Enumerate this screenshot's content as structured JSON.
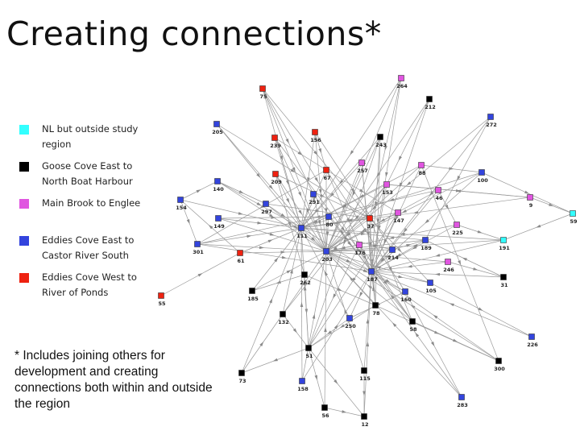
{
  "slide": {
    "title": "Creating connections*",
    "footnote": "* Includes joining others for development and creating connections both within and outside the region"
  },
  "legend": [
    {
      "color": "#33ffff",
      "label": "NL but outside study region"
    },
    {
      "color": "#000000",
      "label": "Goose Cove East to North Boat Harbour"
    },
    {
      "color": "#e055e0",
      "label": "Main Brook to Englee"
    },
    {
      "color": "#3344dd",
      "label": "Eddies Cove East to Castor River South"
    },
    {
      "color": "#ee2211",
      "label": "Eddies Cove West to River of Ponds"
    }
  ],
  "network": {
    "nodes": [
      {
        "id": "75",
        "group": "red"
      },
      {
        "id": "239",
        "group": "red"
      },
      {
        "id": "156",
        "group": "red"
      },
      {
        "id": "209",
        "group": "red"
      },
      {
        "id": "67",
        "group": "red"
      },
      {
        "id": "37",
        "group": "red"
      },
      {
        "id": "61",
        "group": "red"
      },
      {
        "id": "55",
        "group": "red"
      },
      {
        "id": "264",
        "group": "magenta"
      },
      {
        "id": "257",
        "group": "magenta"
      },
      {
        "id": "88",
        "group": "magenta"
      },
      {
        "id": "153",
        "group": "magenta"
      },
      {
        "id": "46",
        "group": "magenta"
      },
      {
        "id": "147",
        "group": "magenta"
      },
      {
        "id": "225",
        "group": "magenta"
      },
      {
        "id": "176",
        "group": "magenta"
      },
      {
        "id": "246",
        "group": "magenta"
      },
      {
        "id": "9",
        "group": "magenta"
      },
      {
        "id": "212",
        "group": "black"
      },
      {
        "id": "243",
        "group": "black"
      },
      {
        "id": "262",
        "group": "black"
      },
      {
        "id": "185",
        "group": "black"
      },
      {
        "id": "132",
        "group": "black"
      },
      {
        "id": "78",
        "group": "black"
      },
      {
        "id": "58",
        "group": "black"
      },
      {
        "id": "51",
        "group": "black"
      },
      {
        "id": "73",
        "group": "black"
      },
      {
        "id": "115",
        "group": "black"
      },
      {
        "id": "56",
        "group": "black"
      },
      {
        "id": "12",
        "group": "black"
      },
      {
        "id": "300",
        "group": "black"
      },
      {
        "id": "31",
        "group": "black"
      },
      {
        "id": "205",
        "group": "blue"
      },
      {
        "id": "272",
        "group": "blue"
      },
      {
        "id": "100",
        "group": "blue"
      },
      {
        "id": "140",
        "group": "blue"
      },
      {
        "id": "154",
        "group": "blue"
      },
      {
        "id": "297",
        "group": "blue"
      },
      {
        "id": "291",
        "group": "blue"
      },
      {
        "id": "149",
        "group": "blue"
      },
      {
        "id": "80",
        "group": "blue"
      },
      {
        "id": "111",
        "group": "blue"
      },
      {
        "id": "301",
        "group": "blue"
      },
      {
        "id": "203",
        "group": "blue"
      },
      {
        "id": "214",
        "group": "blue"
      },
      {
        "id": "189",
        "group": "blue"
      },
      {
        "id": "187",
        "group": "blue"
      },
      {
        "id": "160",
        "group": "blue"
      },
      {
        "id": "105",
        "group": "blue"
      },
      {
        "id": "250",
        "group": "blue"
      },
      {
        "id": "226",
        "group": "blue"
      },
      {
        "id": "158",
        "group": "blue"
      },
      {
        "id": "283",
        "group": "blue"
      },
      {
        "id": "59",
        "group": "cyan"
      },
      {
        "id": "191",
        "group": "cyan"
      }
    ],
    "edges": [
      [
        "75",
        "111"
      ],
      [
        "75",
        "203"
      ],
      [
        "75",
        "187"
      ],
      [
        "75",
        "37"
      ],
      [
        "75",
        "291"
      ],
      [
        "239",
        "111"
      ],
      [
        "239",
        "67"
      ],
      [
        "239",
        "203"
      ],
      [
        "239",
        "58"
      ],
      [
        "156",
        "203"
      ],
      [
        "156",
        "67"
      ],
      [
        "156",
        "111"
      ],
      [
        "156",
        "214"
      ],
      [
        "209",
        "111"
      ],
      [
        "209",
        "203"
      ],
      [
        "209",
        "37"
      ],
      [
        "209",
        "262"
      ],
      [
        "67",
        "203"
      ],
      [
        "67",
        "187"
      ],
      [
        "67",
        "111"
      ],
      [
        "67",
        "160"
      ],
      [
        "67",
        "147"
      ],
      [
        "67",
        "301"
      ],
      [
        "37",
        "203"
      ],
      [
        "37",
        "187"
      ],
      [
        "37",
        "58"
      ],
      [
        "37",
        "111"
      ],
      [
        "37",
        "78"
      ],
      [
        "37",
        "105"
      ],
      [
        "61",
        "203"
      ],
      [
        "61",
        "154"
      ],
      [
        "61",
        "111"
      ],
      [
        "55",
        "61"
      ],
      [
        "264",
        "111"
      ],
      [
        "264",
        "203"
      ],
      [
        "264",
        "37"
      ],
      [
        "264",
        "187"
      ],
      [
        "257",
        "111"
      ],
      [
        "257",
        "203"
      ],
      [
        "257",
        "187"
      ],
      [
        "257",
        "78"
      ],
      [
        "88",
        "203"
      ],
      [
        "88",
        "187"
      ],
      [
        "88",
        "111"
      ],
      [
        "88",
        "300"
      ],
      [
        "88",
        "100"
      ],
      [
        "153",
        "111"
      ],
      [
        "153",
        "203"
      ],
      [
        "153",
        "187"
      ],
      [
        "153",
        "9"
      ],
      [
        "153",
        "132"
      ],
      [
        "46",
        "187"
      ],
      [
        "46",
        "203"
      ],
      [
        "46",
        "225"
      ],
      [
        "46",
        "301"
      ],
      [
        "147",
        "203"
      ],
      [
        "147",
        "111"
      ],
      [
        "147",
        "187"
      ],
      [
        "147",
        "51"
      ],
      [
        "225",
        "203"
      ],
      [
        "225",
        "187"
      ],
      [
        "225",
        "191"
      ],
      [
        "176",
        "203"
      ],
      [
        "176",
        "187"
      ],
      [
        "176",
        "58"
      ],
      [
        "176",
        "51"
      ],
      [
        "246",
        "187"
      ],
      [
        "246",
        "203"
      ],
      [
        "246",
        "31"
      ],
      [
        "9",
        "59"
      ],
      [
        "9",
        "153"
      ],
      [
        "9",
        "111"
      ],
      [
        "212",
        "187"
      ],
      [
        "212",
        "203"
      ],
      [
        "212",
        "37"
      ],
      [
        "243",
        "111"
      ],
      [
        "243",
        "203"
      ],
      [
        "243",
        "187"
      ],
      [
        "243",
        "78"
      ],
      [
        "243",
        "51"
      ],
      [
        "262",
        "51"
      ],
      [
        "262",
        "185"
      ],
      [
        "262",
        "78"
      ],
      [
        "185",
        "111"
      ],
      [
        "185",
        "203"
      ],
      [
        "132",
        "203"
      ],
      [
        "132",
        "51"
      ],
      [
        "132",
        "111"
      ],
      [
        "78",
        "203"
      ],
      [
        "78",
        "51"
      ],
      [
        "78",
        "187"
      ],
      [
        "78",
        "300"
      ],
      [
        "58",
        "203"
      ],
      [
        "58",
        "187"
      ],
      [
        "58",
        "300"
      ],
      [
        "51",
        "111"
      ],
      [
        "51",
        "12"
      ],
      [
        "51",
        "73"
      ],
      [
        "51",
        "56"
      ],
      [
        "73",
        "132"
      ],
      [
        "73",
        "111"
      ],
      [
        "115",
        "187"
      ],
      [
        "115",
        "203"
      ],
      [
        "115",
        "12"
      ],
      [
        "56",
        "12"
      ],
      [
        "56",
        "203"
      ],
      [
        "12",
        "187"
      ],
      [
        "300",
        "187"
      ],
      [
        "300",
        "203"
      ],
      [
        "31",
        "187"
      ],
      [
        "31",
        "189"
      ],
      [
        "205",
        "111"
      ],
      [
        "205",
        "203"
      ],
      [
        "205",
        "37"
      ],
      [
        "272",
        "203"
      ],
      [
        "272",
        "187"
      ],
      [
        "272",
        "189"
      ],
      [
        "100",
        "203"
      ],
      [
        "100",
        "187"
      ],
      [
        "100",
        "111"
      ],
      [
        "100",
        "59"
      ],
      [
        "140",
        "111"
      ],
      [
        "140",
        "203"
      ],
      [
        "140",
        "297"
      ],
      [
        "154",
        "111"
      ],
      [
        "154",
        "140"
      ],
      [
        "154",
        "301"
      ],
      [
        "297",
        "203"
      ],
      [
        "297",
        "37"
      ],
      [
        "297",
        "111"
      ],
      [
        "291",
        "203"
      ],
      [
        "291",
        "187"
      ],
      [
        "291",
        "111"
      ],
      [
        "149",
        "111"
      ],
      [
        "149",
        "203"
      ],
      [
        "149",
        "80"
      ],
      [
        "80",
        "203"
      ],
      [
        "80",
        "187"
      ],
      [
        "80",
        "111"
      ],
      [
        "111",
        "203"
      ],
      [
        "111",
        "187"
      ],
      [
        "111",
        "214"
      ],
      [
        "111",
        "189"
      ],
      [
        "301",
        "203"
      ],
      [
        "301",
        "111"
      ],
      [
        "301",
        "187"
      ],
      [
        "203",
        "187"
      ],
      [
        "203",
        "214"
      ],
      [
        "203",
        "189"
      ],
      [
        "203",
        "160"
      ],
      [
        "214",
        "187"
      ],
      [
        "214",
        "189"
      ],
      [
        "189",
        "187"
      ],
      [
        "187",
        "105"
      ],
      [
        "187",
        "160"
      ],
      [
        "187",
        "250"
      ],
      [
        "160",
        "250"
      ],
      [
        "160",
        "283"
      ],
      [
        "105",
        "226"
      ],
      [
        "105",
        "203"
      ],
      [
        "250",
        "111"
      ],
      [
        "250",
        "51"
      ],
      [
        "226",
        "187"
      ],
      [
        "158",
        "203"
      ],
      [
        "158",
        "187"
      ],
      [
        "158",
        "111"
      ],
      [
        "283",
        "187"
      ],
      [
        "283",
        "203"
      ],
      [
        "59",
        "191"
      ],
      [
        "191",
        "203"
      ],
      [
        "191",
        "187"
      ],
      [
        "191",
        "111"
      ]
    ]
  }
}
